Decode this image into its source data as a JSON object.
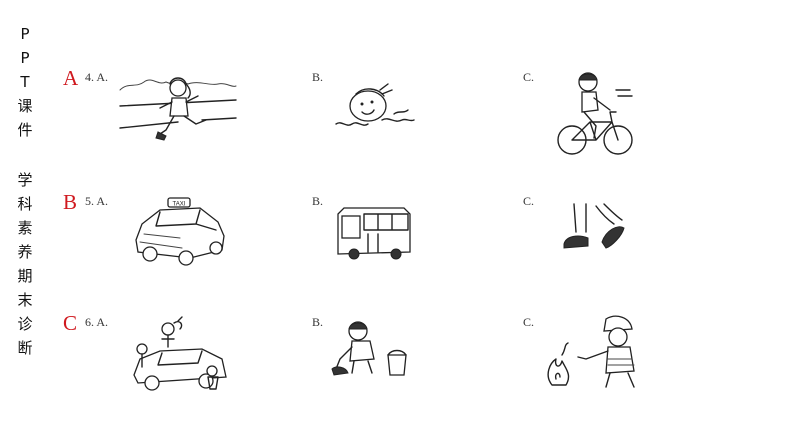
{
  "sidebar": {
    "chars": [
      "P",
      "P",
      "T",
      "课",
      "件",
      "",
      "学",
      "科",
      "素",
      "养",
      "期",
      "末",
      "诊",
      "断"
    ]
  },
  "questions": [
    {
      "answer": "A",
      "number_label": "4. A.",
      "option_b": "B.",
      "option_c": "C.",
      "pics": {
        "a": "running-girl",
        "b": "swimming-girl",
        "c": "cycling-girl"
      }
    },
    {
      "answer": "B",
      "number_label": "5. A.",
      "option_b": "B.",
      "option_c": "C.",
      "pics": {
        "a": "taxi",
        "b": "bus",
        "c": "walking-feet"
      },
      "taxi_sign": "TAXI"
    },
    {
      "answer": "C",
      "number_label": "6. A.",
      "option_b": "B.",
      "option_c": "C.",
      "pics": {
        "a": "kids-washing-car",
        "b": "boy-sweeping-floor",
        "c": "firefighter"
      }
    }
  ],
  "colors": {
    "answer": "#d0191f",
    "text": "#333333"
  }
}
